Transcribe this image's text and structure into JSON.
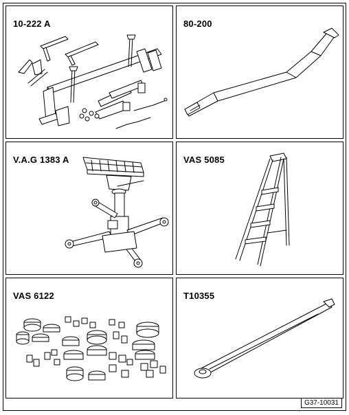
{
  "tools": [
    {
      "code": "10-222 A",
      "depicts": "engine support bridge kit"
    },
    {
      "code": "80-200",
      "depicts": "pry bar"
    },
    {
      "code": "V.A.G 1383 A",
      "depicts": "transmission jack"
    },
    {
      "code": "VAS 5085",
      "depicts": "step ladder"
    },
    {
      "code": "VAS 6122",
      "depicts": "adapter set"
    },
    {
      "code": "T10355",
      "depicts": "lever tool"
    }
  ],
  "figure_ref": "G37-10031"
}
